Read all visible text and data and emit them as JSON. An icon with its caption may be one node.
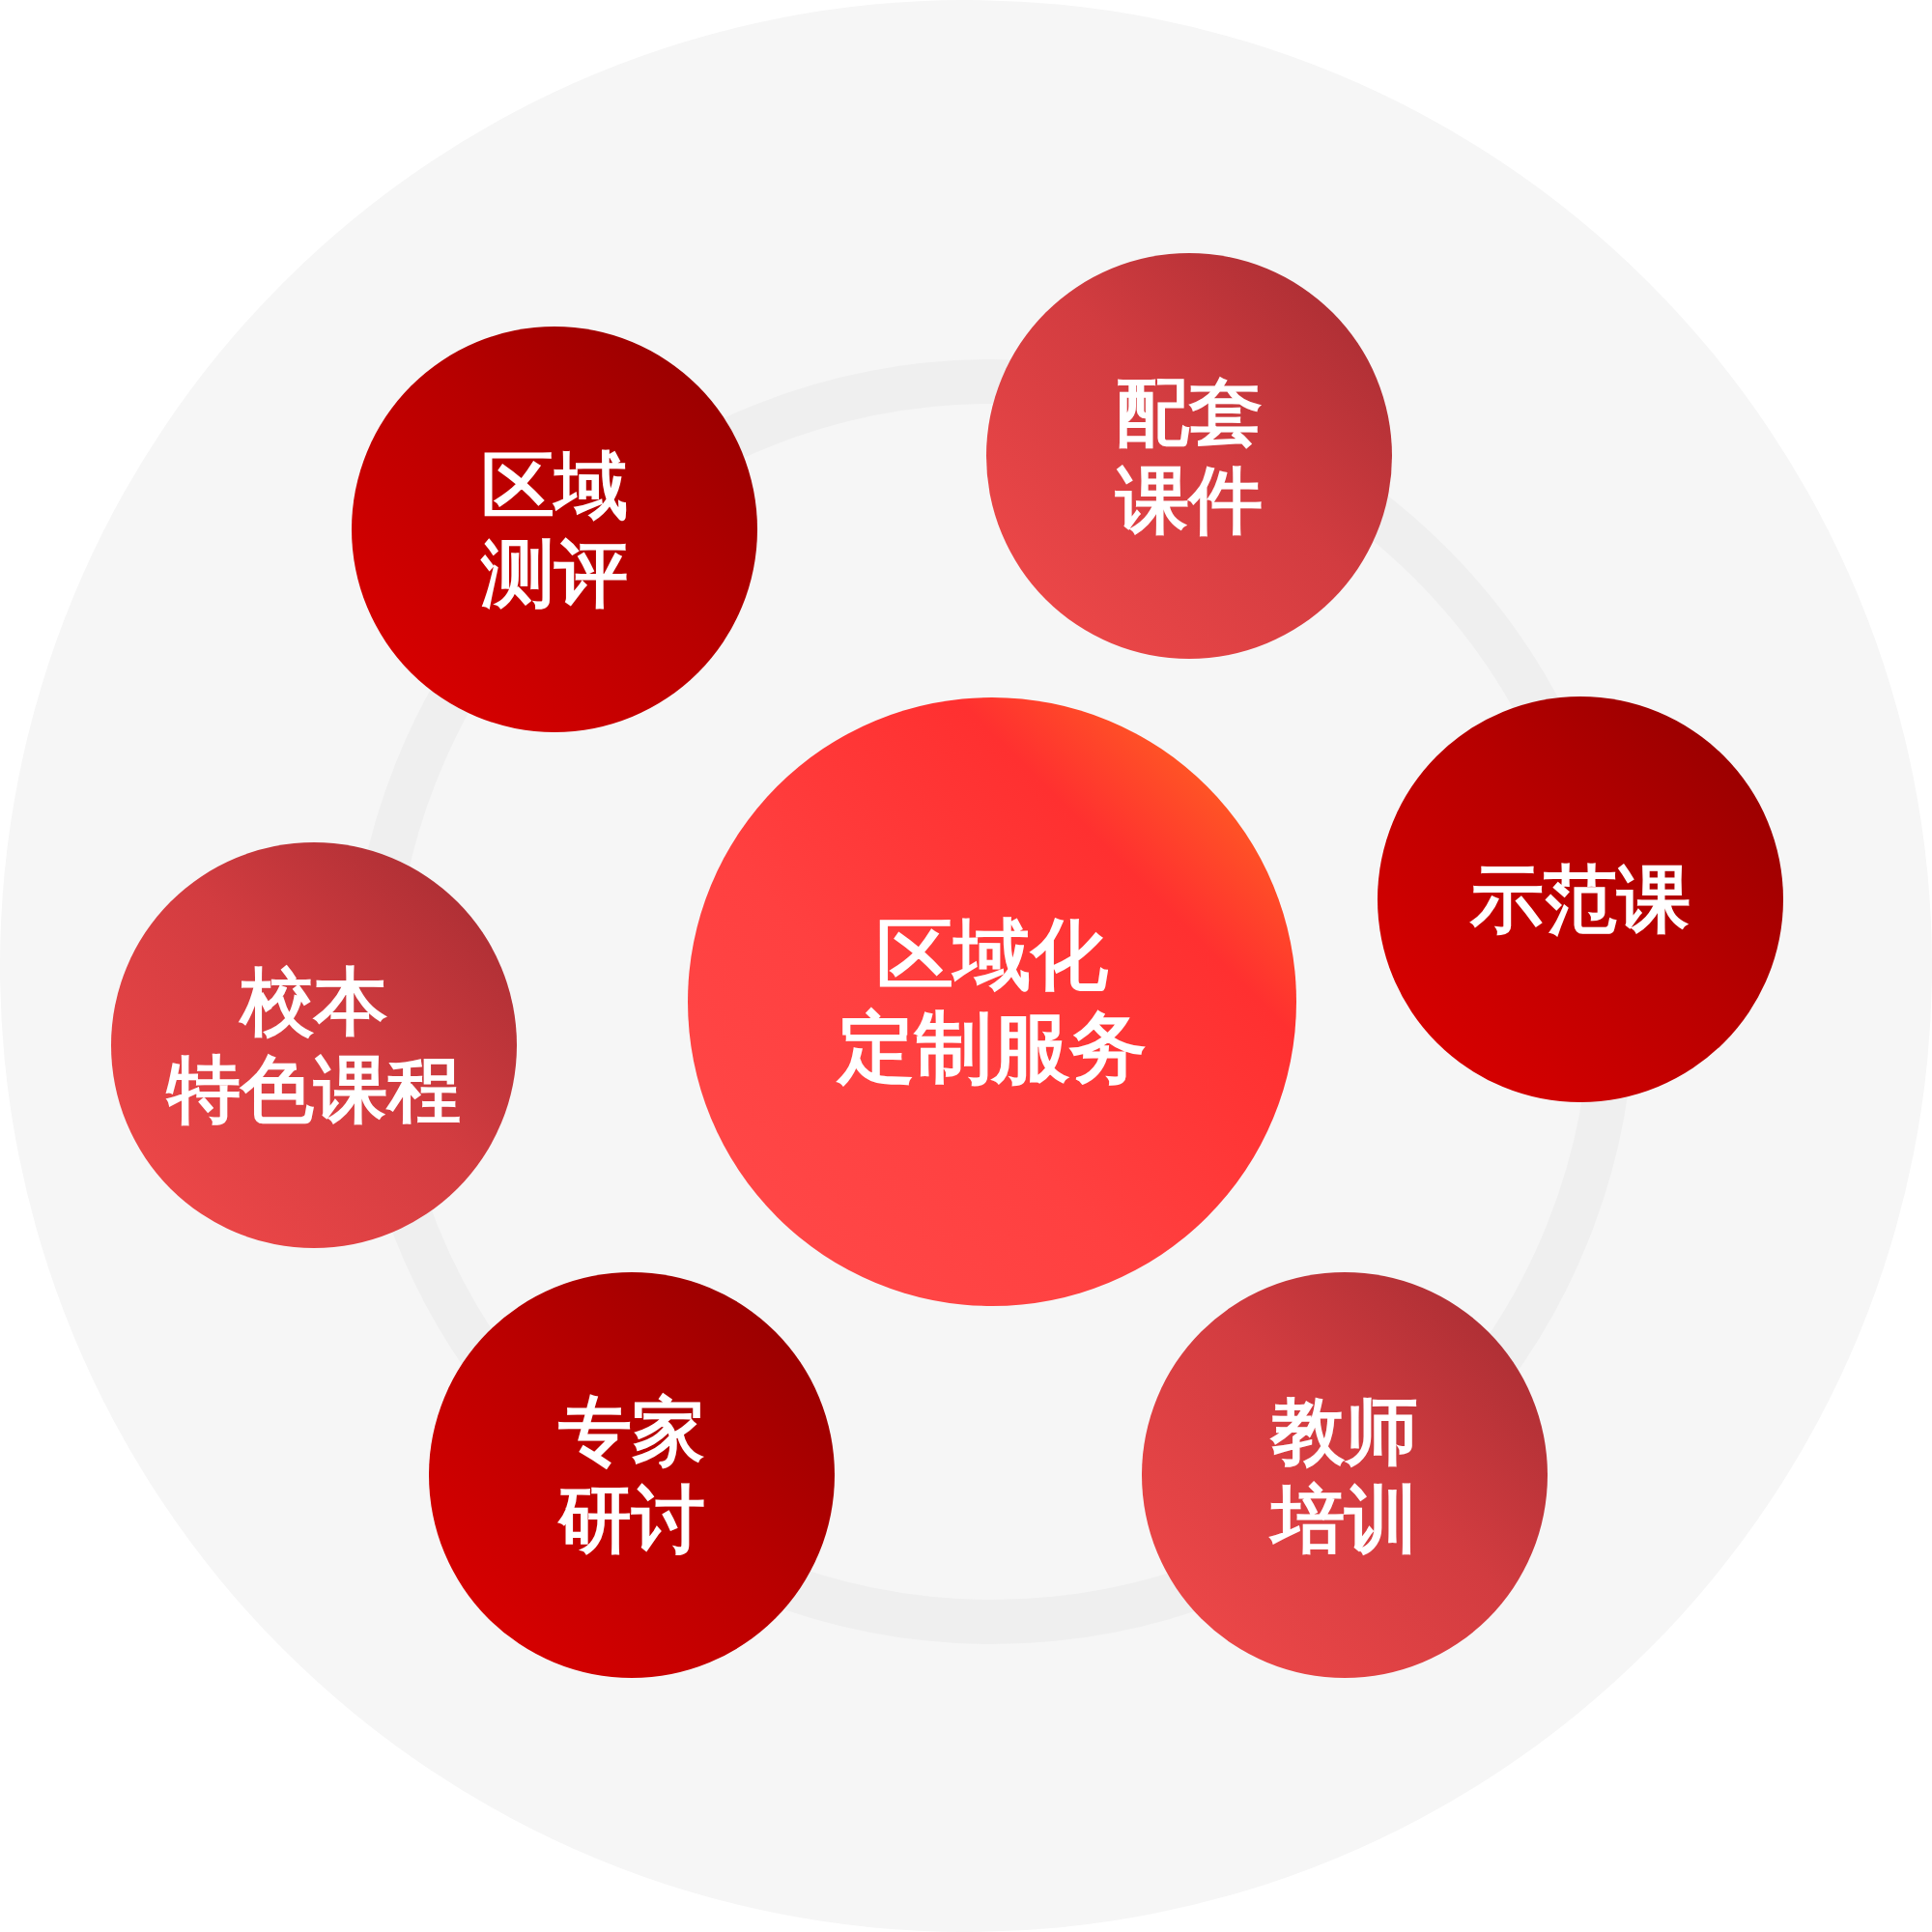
{
  "diagram": {
    "nodes": [
      {
        "text": [
          "区域化定制服务"
        ]
      },
      {
        "text": [
          "区域测评"
        ]
      },
      {
        "text": [
          "配套课件"
        ]
      },
      {
        "text": [
          "校本特色课程"
        ]
      },
      {
        "text": [
          "示范课"
        ]
      },
      {
        "text": [
          "专家研讨"
        ]
      },
      {
        "text": [
          "教师培训"
        ]
      }
    ]
  }
}
